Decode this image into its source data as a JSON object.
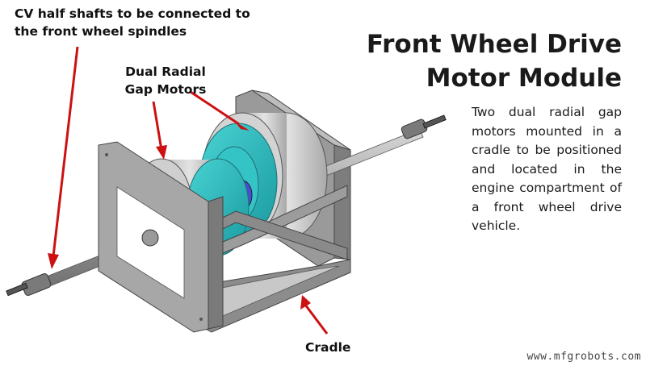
{
  "labels": {
    "cv_shafts": "CV half shafts to be connected to the front wheel spindles",
    "motors": "Dual  Radial Gap Motors",
    "cradle": "Cradle"
  },
  "title": "Front Wheel Drive Motor Module",
  "description": "Two dual radial gap motors mounted in a cradle to be positioned and located in the engine compartment of a front wheel drive vehicle.",
  "watermark": "www.mfgrobots.com",
  "colors": {
    "arrow": "#cc1111",
    "frame": "#8f8f8f",
    "frame_dark": "#6e6e6e",
    "motor": "#c9c9c9",
    "teal": "#22b3b6",
    "rotor": "#4b4bd8",
    "shaft": "#9a9a9a"
  }
}
